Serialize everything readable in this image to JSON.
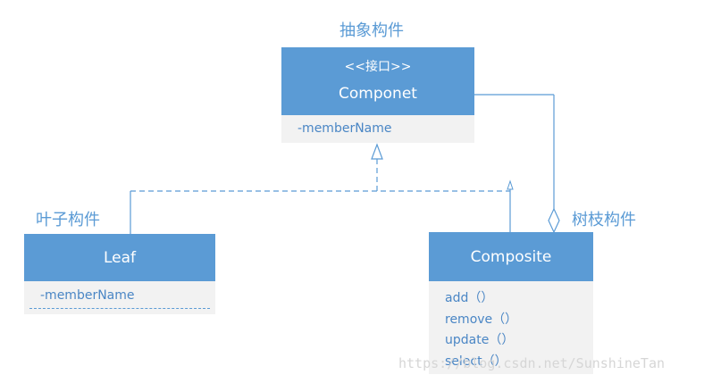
{
  "labels": {
    "abstract_component": "抽象构件",
    "leaf_component": "叶子构件",
    "branch_component": "树枝构件"
  },
  "componet": {
    "stereotype": "<<接口>>",
    "name": "Componet",
    "attribute": "-memberName"
  },
  "leaf": {
    "name": "Leaf",
    "attribute": "-memberName"
  },
  "composite": {
    "name": "Composite",
    "methods": [
      "add（）",
      "remove（）",
      "update（）",
      "select（）"
    ]
  },
  "watermark": "https://blog.csdn.net/SunshineTan",
  "colors": {
    "header": "#5b9bd5",
    "body": "#f2f2f2",
    "text_blue": "#4a86c5",
    "line": "#5b9bd5"
  }
}
